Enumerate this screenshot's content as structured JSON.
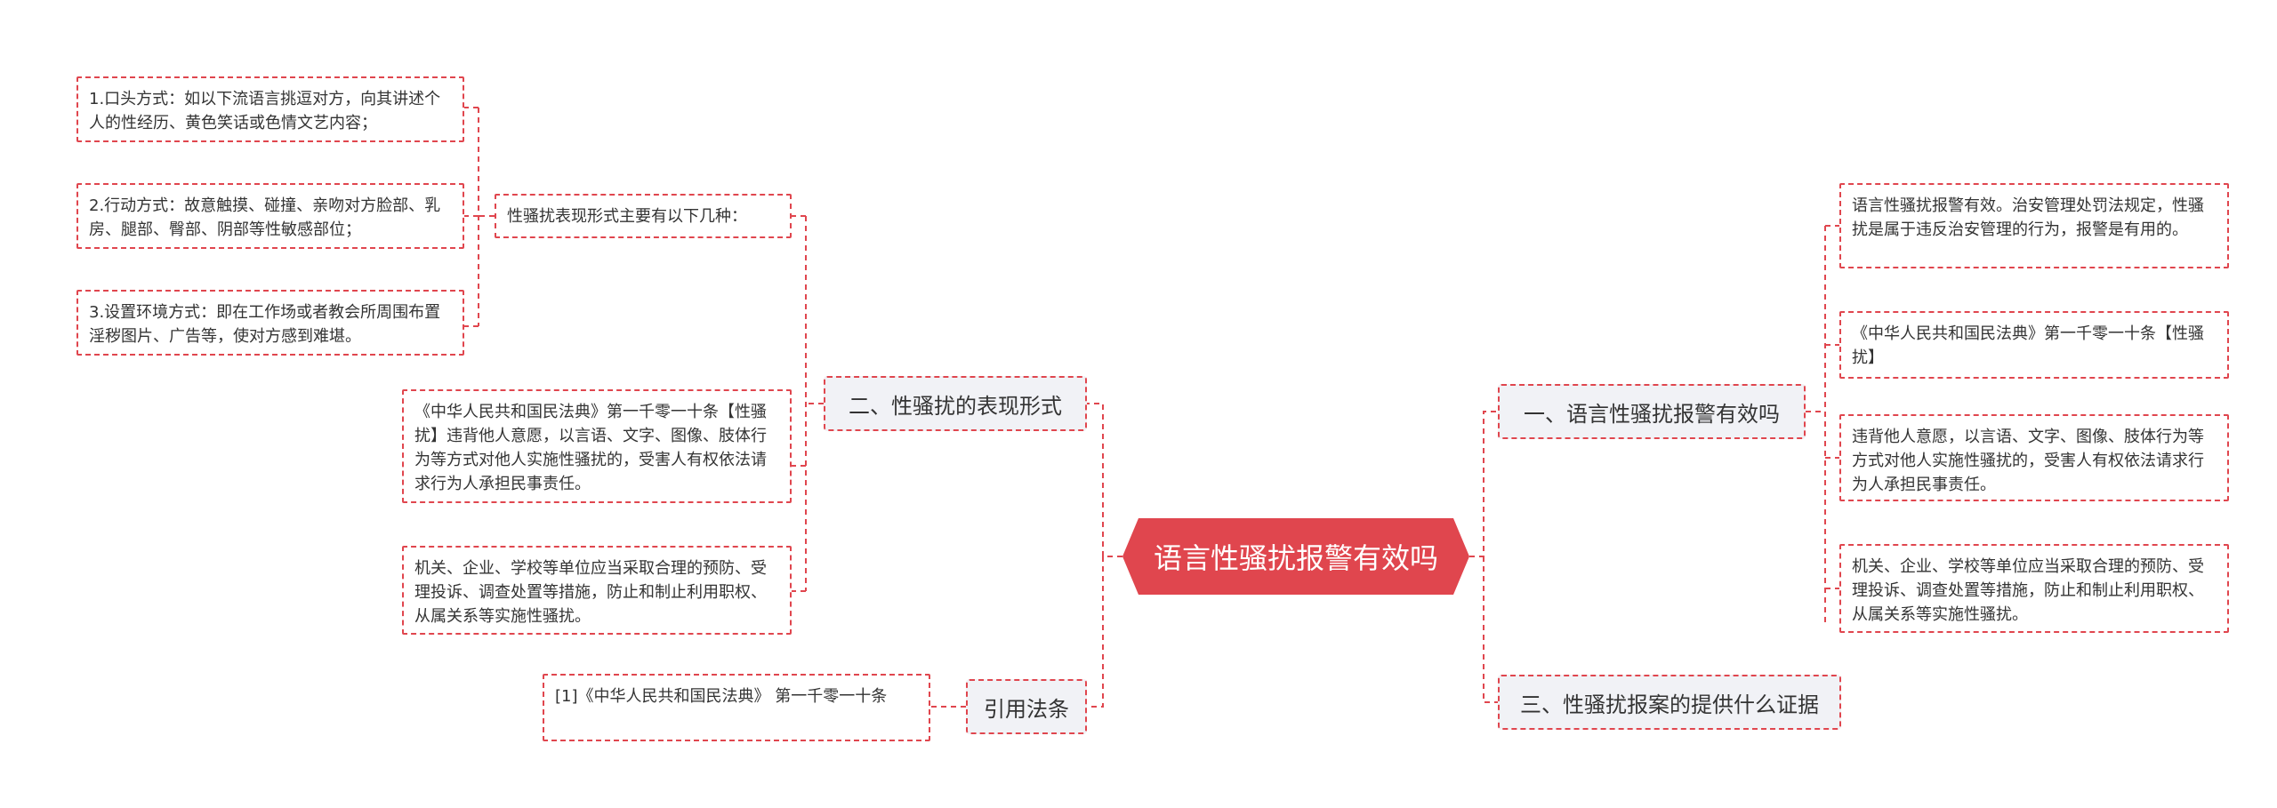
{
  "root": {
    "label": "语言性骚扰报警有效吗"
  },
  "branches": {
    "b1": {
      "label": "一、语言性骚扰报警有效吗"
    },
    "b2": {
      "label": "二、性骚扰的表现形式"
    },
    "b3": {
      "label": "三、性骚扰报案的提供什么证据"
    },
    "b4": {
      "label": "引用法条"
    }
  },
  "leaves": {
    "r1": "语言性骚扰报警有效。治安管理处罚法规定，性骚扰是属于违反治安管理的行为，报警是有用的。",
    "r2": "《中华人民共和国民法典》第一千零一十条【性骚扰】",
    "r3": "违背他人意愿，以言语、文字、图像、肢体行为等方式对他人实施性骚扰的，受害人有权依法请求行为人承担民事责任。",
    "r4": "机关、企业、学校等单位应当采取合理的预防、受理投诉、调查处置等措施，防止和制止利用职权、从属关系等实施性骚扰。",
    "l_forms": "性骚扰表现形式主要有以下几种：",
    "f1": "1.口头方式：如以下流语言挑逗对方，向其讲述个人的性经历、黄色笑话或色情文艺内容；",
    "f2": "2.行动方式：故意触摸、碰撞、亲吻对方脸部、乳房、腿部、臀部、阴部等性敏感部位；",
    "f3": "3.设置环境方式：即在工作场或者教会所周围布置淫秽图片、广告等，使对方感到难堪。",
    "l_law": "《中华人民共和国民法典》第一千零一十条【性骚扰】违背他人意愿，以言语、文字、图像、肢体行为等方式对他人实施性骚扰的，受害人有权依法请求行为人承担民事责任。",
    "l_org": "机关、企业、学校等单位应当采取合理的预防、受理投诉、调查处置等措施，防止和制止利用职权、从属关系等实施性骚扰。",
    "cite": "[1]《中华人民共和国民法典》 第一千零一十条"
  },
  "colors": {
    "accent": "#e0464e",
    "branch_bg": "#f1f2f6",
    "text": "#333333"
  }
}
